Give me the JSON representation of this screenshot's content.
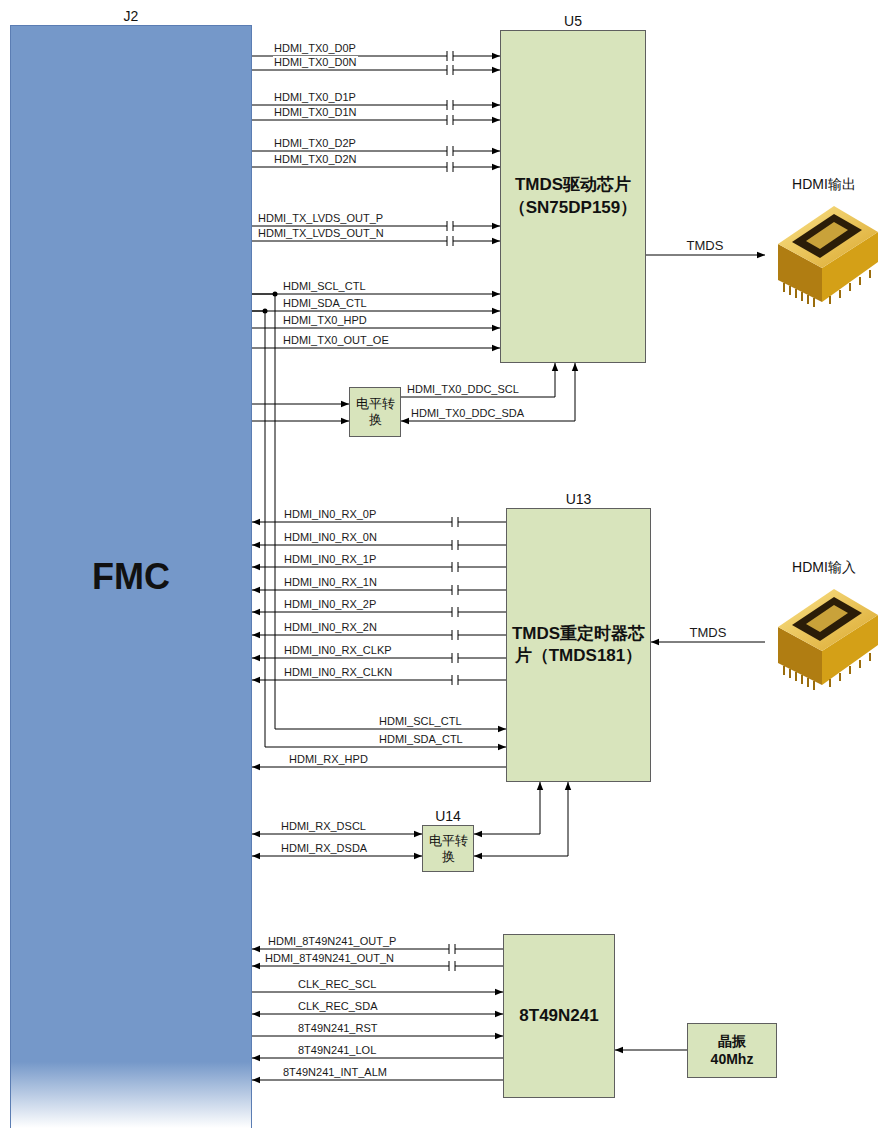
{
  "diagram": {
    "nodes": [
      {
        "text": [
          "J2",
          "FMC"
        ]
      },
      {
        "text": [
          "U5",
          "TMDS驱动芯片（SN75DP159）"
        ]
      },
      {
        "text": [
          "HDMI输出"
        ]
      },
      {
        "text": [
          "电平转换"
        ]
      },
      {
        "text": [
          "U13",
          "TMDS重定时器芯片（TMDS181）"
        ]
      },
      {
        "text": [
          "HDMI输入"
        ]
      },
      {
        "text": [
          "U14",
          "电平转换"
        ]
      },
      {
        "text": [
          "8T49N241"
        ]
      },
      {
        "text": [
          "晶振 40Mhz"
        ]
      }
    ],
    "edges": [
      {
        "from": 0,
        "to": 1,
        "arrow": "to",
        "label": "HDMI_TX0_D0P"
      },
      {
        "from": 0,
        "to": 1,
        "arrow": "to",
        "label": "HDMI_TX0_D0N"
      },
      {
        "from": 0,
        "to": 1,
        "arrow": "to",
        "label": "HDMI_TX0_D1P"
      },
      {
        "from": 0,
        "to": 1,
        "arrow": "to",
        "label": "HDMI_TX0_D1N"
      },
      {
        "from": 0,
        "to": 1,
        "arrow": "to",
        "label": "HDMI_TX0_D2P"
      },
      {
        "from": 0,
        "to": 1,
        "arrow": "to",
        "label": "HDMI_TX0_D2N"
      },
      {
        "from": 0,
        "to": 1,
        "arrow": "to",
        "label": "HDMI_TX_LVDS_OUT_P"
      },
      {
        "from": 0,
        "to": 1,
        "arrow": "to",
        "label": "HDMI_TX_LVDS_OUT_N"
      },
      {
        "from": 0,
        "to": 1,
        "arrow": "to",
        "label": "HDMI_SCL_CTL"
      },
      {
        "from": 0,
        "to": 4,
        "arrow": "to",
        "label": "HDMI_SCL_CTL"
      },
      {
        "from": 0,
        "to": 1,
        "arrow": "to",
        "label": "HDMI_SDA_CTL"
      },
      {
        "from": 0,
        "to": 4,
        "arrow": "to",
        "label": "HDMI_SDA_CTL"
      },
      {
        "from": 0,
        "to": 1,
        "arrow": "to",
        "label": "HDMI_TX0_HPD"
      },
      {
        "from": 0,
        "to": 1,
        "arrow": "to",
        "label": "HDMI_TX0_OUT_OE"
      },
      {
        "from": 0,
        "to": 3,
        "arrow": "to"
      },
      {
        "from": 0,
        "to": 3,
        "arrow": "to"
      },
      {
        "from": 3,
        "to": 1,
        "arrow": "to",
        "label": "HDMI_TX0_DDC_SCL"
      },
      {
        "from": 3,
        "to": 1,
        "arrow": "both",
        "label": "HDMI_TX0_DDC_SDA"
      },
      {
        "from": 4,
        "to": 0,
        "arrow": "to",
        "label": "HDMI_IN0_RX_0P"
      },
      {
        "from": 4,
        "to": 0,
        "arrow": "to",
        "label": "HDMI_IN0_RX_0N"
      },
      {
        "from": 4,
        "to": 0,
        "arrow": "to",
        "label": "HDMI_IN0_RX_1P"
      },
      {
        "from": 4,
        "to": 0,
        "arrow": "to",
        "label": "HDMI_IN0_RX_1N"
      },
      {
        "from": 4,
        "to": 0,
        "arrow": "to",
        "label": "HDMI_IN0_RX_2P"
      },
      {
        "from": 4,
        "to": 0,
        "arrow": "to",
        "label": "HDMI_IN0_RX_2N"
      },
      {
        "from": 4,
        "to": 0,
        "arrow": "to",
        "label": "HDMI_IN0_RX_CLKP"
      },
      {
        "from": 4,
        "to": 0,
        "arrow": "to",
        "label": "HDMI_IN0_RX_CLKN"
      },
      {
        "from": 4,
        "to": 0,
        "arrow": "to",
        "label": "HDMI_RX_HPD"
      },
      {
        "from": 0,
        "to": 6,
        "arrow": "both",
        "label": "HDMI_RX_DSCL"
      },
      {
        "from": 0,
        "to": 6,
        "arrow": "both",
        "label": "HDMI_RX_DSDA"
      },
      {
        "from": 6,
        "to": 4,
        "arrow": "both"
      },
      {
        "from": 6,
        "to": 4,
        "arrow": "both"
      },
      {
        "from": 7,
        "to": 0,
        "arrow": "to",
        "label": "HDMI_8T49N241_OUT_P"
      },
      {
        "from": 7,
        "to": 0,
        "arrow": "to",
        "label": "HDMI_8T49N241_OUT_N"
      },
      {
        "from": 0,
        "to": 7,
        "arrow": "to",
        "label": "CLK_REC_SCL"
      },
      {
        "from": 0,
        "to": 7,
        "arrow": "both",
        "label": "CLK_REC_SDA"
      },
      {
        "from": 0,
        "to": 7,
        "arrow": "to",
        "label": "8T49N241_RST"
      },
      {
        "from": 7,
        "to": 0,
        "arrow": "to",
        "label": "8T49N241_LOL"
      },
      {
        "from": 7,
        "to": 0,
        "arrow": "to",
        "label": "8T49N241_INT_ALM"
      },
      {
        "from": 1,
        "to": 2,
        "arrow": "to",
        "label": "TMDS"
      },
      {
        "from": 5,
        "to": 4,
        "arrow": "to",
        "label": "TMDS"
      },
      {
        "from": 8,
        "to": 7,
        "arrow": "to"
      }
    ]
  }
}
